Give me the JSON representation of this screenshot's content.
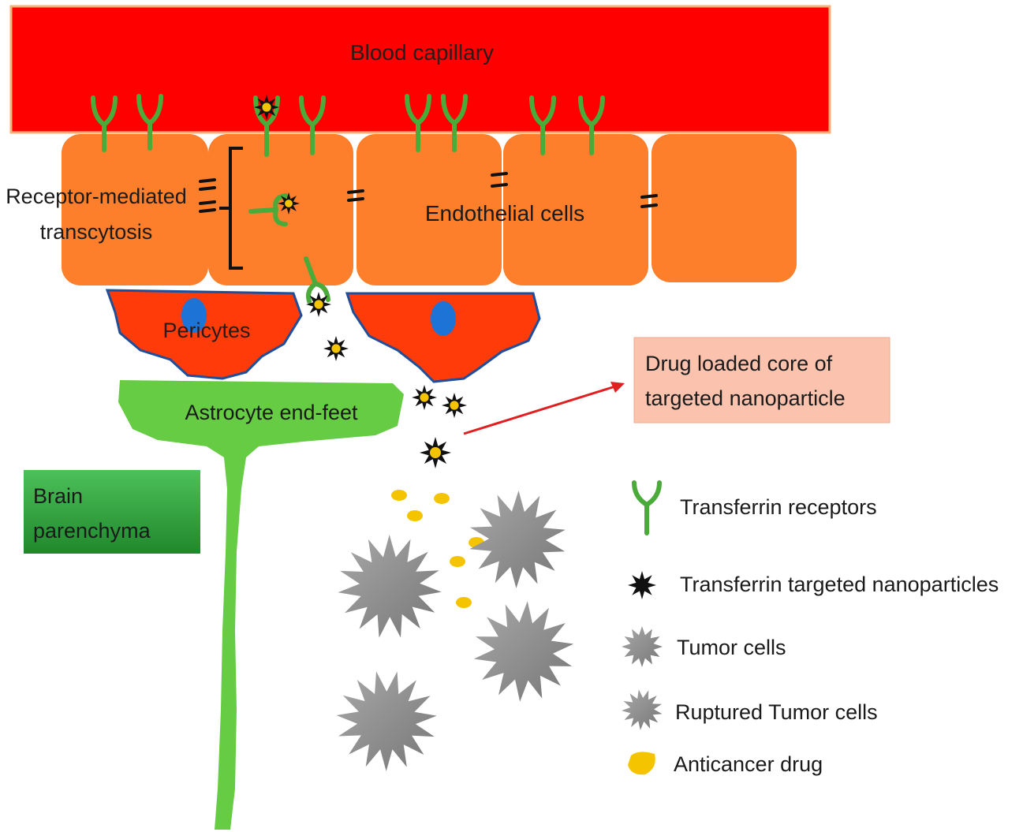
{
  "diagram": {
    "labels": {
      "blood_capillary": "Blood capillary",
      "receptor_line1": "Receptor-mediated",
      "receptor_line2": "transcytosis",
      "endothelial": "Endothelial cells",
      "pericytes": "Pericytes",
      "astrocyte": "Astrocyte end-feet",
      "brain_line1": "Brain",
      "brain_line2": "parenchyma",
      "callout_line1": "Drug loaded core of",
      "callout_line2": "targeted nanoparticle"
    },
    "legend": [
      {
        "label": "Transferrin receptors",
        "icon": "receptor-icon"
      },
      {
        "label": "Transferrin targeted nanoparticles",
        "icon": "nanoparticle-icon"
      },
      {
        "label": "Tumor cells",
        "icon": "tumor-cell-icon"
      },
      {
        "label": "Ruptured Tumor cells",
        "icon": "ruptured-tumor-cell-icon"
      },
      {
        "label": "Anticancer drug",
        "icon": "drug-icon"
      }
    ],
    "colors": {
      "capillary": "#ff0000",
      "endothelial": "#fd7f2c",
      "pericyte": "#ff3b0a",
      "pericyte_border": "#1f4e9a",
      "nucleus": "#1e73d6",
      "astrocyte": "#66cc44",
      "receptor": "#4aaa3a",
      "brain_box": "#2e9a3a",
      "callout_fill": "#fbc2ad",
      "tumor": "#8c8c8c",
      "drug": "#f5c400",
      "arrow": "#e02020"
    }
  }
}
